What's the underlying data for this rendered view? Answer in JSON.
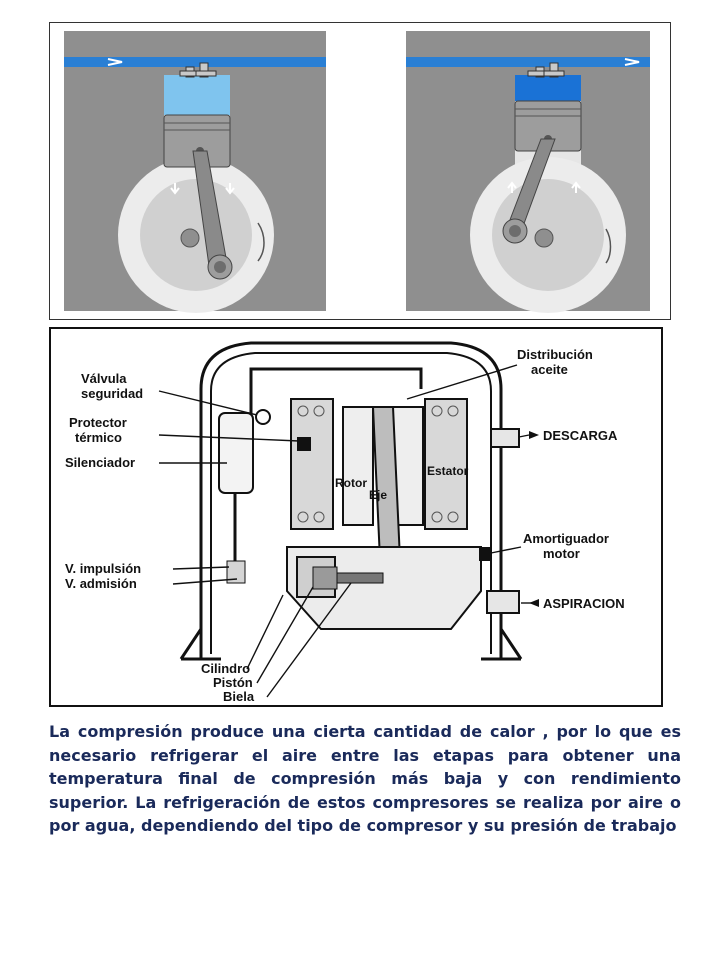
{
  "diagram_labels": {
    "valvula_seguridad": [
      "Válvula",
      "seguridad"
    ],
    "protector_termico": [
      "Protector",
      "térmico"
    ],
    "silenciador": "Silenciador",
    "v_impulsion": "V. impulsión",
    "v_admision": "V. admisión",
    "cilindro": "Cilindro",
    "piston": "Pistón",
    "biela": "Biela",
    "distribucion_aceite": [
      "Distribución",
      "aceite"
    ],
    "descarga": "DESCARGA",
    "estator": "Estator",
    "rotor": "Rotor",
    "eje": "Eje",
    "amortiguador_motor": [
      "Amortiguador",
      "motor"
    ],
    "aspiracion": "ASPIRACION"
  },
  "caption": "La compresión produce una cierta cantidad de calor , por lo que es necesario refrigerar el aire entre las etapas para obtener una temperatura final de compresión más baja y con rendimiento superior. La refrigeración de estos compresores se realiza por aire o por agua, dependiendo del tipo de compresor y su presión de trabajo",
  "colors": {
    "housing_gray": "#8f8f8f",
    "crank_light": "#d0d0d0",
    "air_light_blue": "#7fc4ee",
    "air_dark_blue": "#1a72d6",
    "caption_text": "#1a2a5a"
  }
}
